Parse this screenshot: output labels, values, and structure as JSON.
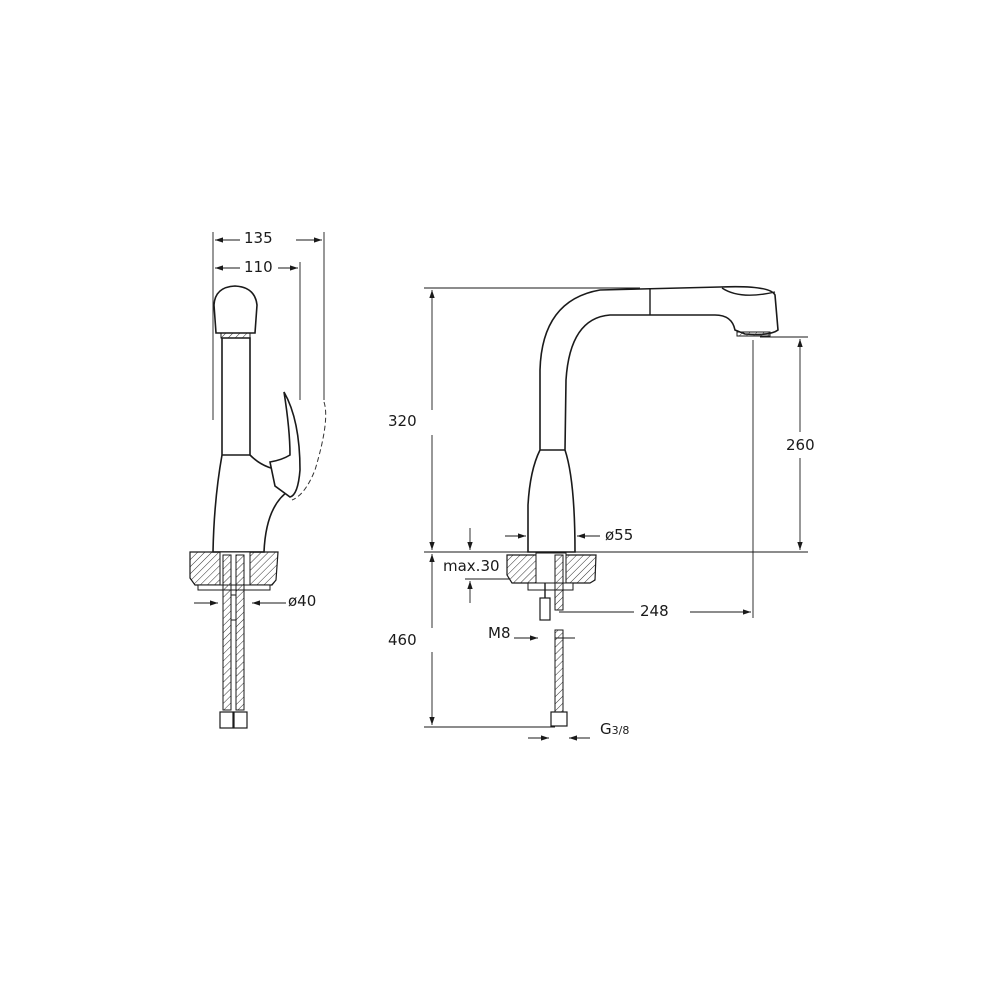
{
  "title": "Kitchen faucet technical drawing",
  "side_view": {
    "overall_depth": "135",
    "spout_depth": "110",
    "hole_diameter": "ø40"
  },
  "front_view": {
    "total_height": "320",
    "outlet_height": "260",
    "base_diameter": "ø55",
    "max_countertop": "max.30",
    "reach": "248",
    "hose_length": "460",
    "stud_thread": "M8",
    "connection": "G",
    "connection_fraction": "3/8"
  },
  "colors": {
    "line": "#1a1a1a",
    "background": "#ffffff"
  }
}
